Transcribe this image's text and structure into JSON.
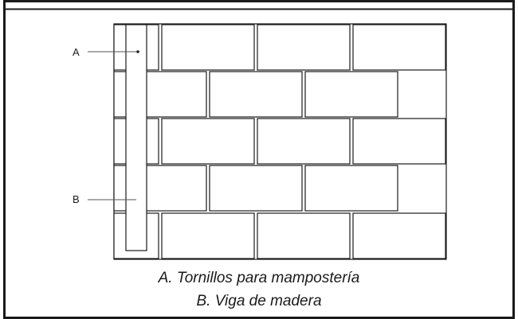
{
  "diagram": {
    "callouts": [
      {
        "key": "A",
        "legend": "A. Tornillos para mampostería"
      },
      {
        "key": "B",
        "legend": "B. Viga de madera"
      }
    ],
    "colors": {
      "line": "#1a1a1a",
      "brick_fill": "#ffffff",
      "beam_fill": "#ffffff",
      "background": "#ffffff"
    }
  }
}
